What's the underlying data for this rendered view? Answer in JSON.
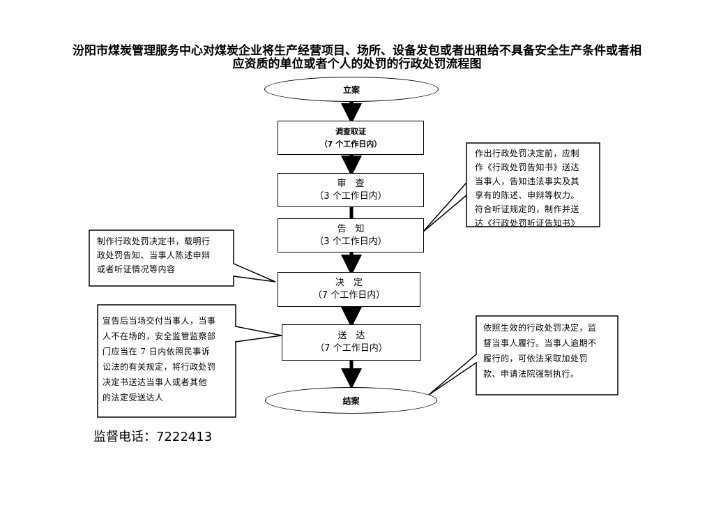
{
  "title": {
    "line1": "汾阳市煤炭管理服务中心对煤炭企业将生产经营项目、场所、设备发包或者出租给不具备安全生产条件或者相",
    "line2": "应资质的单位或者个人的处罚的行政处罚流程图"
  },
  "steps": {
    "start": "立案",
    "investigate": {
      "name": "调查取证",
      "days": "（7 个工作日内）"
    },
    "review": {
      "name": "审　查",
      "days": "（3 个工作日内）"
    },
    "notify": {
      "name": "告　知",
      "days": "（3 个工作日内）"
    },
    "decide": {
      "name": "决　定",
      "days": "（7 个工作日内）"
    },
    "deliver": {
      "name": "送　达",
      "days": "（7 个工作日内）"
    },
    "end": "结案"
  },
  "notes": {
    "notify_right": [
      "作出行政处罚决定前，应制",
      "作《行政处罚告知书》送达",
      "当事人，告知违法事实及其",
      "享有的陈述、申辩等权力。",
      "符合听证规定的，制作并送",
      "达《行政处罚听证告知书》"
    ],
    "decide_left": [
      "制作行政处罚决定书，载明行",
      "政处罚告知、当事人陈述申辩",
      "或者听证情况等内容"
    ],
    "deliver_left": [
      "宣告后当场交付当事人，当事",
      "人不在场的，安全监管监察部",
      "门应当在 7 日内依照民事诉",
      "讼法的有关规定，将行政处罚",
      "决定书送达当事人或者其他",
      "的法定受送达人"
    ],
    "end_right": [
      "依照生效的行政处罚决定，监",
      "督当事人履行。当事人逾期不",
      "履行的，可依法采取加处罚",
      "款、申请法院强制执行。"
    ]
  },
  "footer": {
    "phone": "监督电话：7222413"
  }
}
